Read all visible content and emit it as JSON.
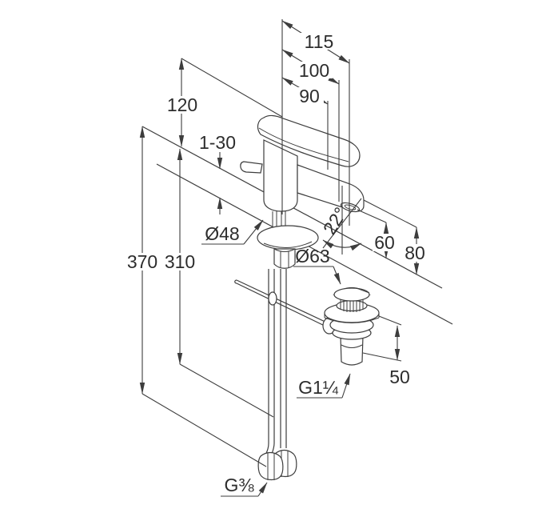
{
  "drawing": {
    "subject": "single-lever basin mixer with pop-up waste - dimensional drawing",
    "units": "mm",
    "line_color": "#3d3d3d",
    "text_color": "#2d2d2d",
    "background": "#ffffff",
    "labels": {
      "reach_max": "115",
      "reach_mid": "100",
      "reach_min": "90",
      "height_above_deck": "120",
      "deck_thickness": "1-30",
      "base_diameter": "Ø48",
      "total_length_below": "370",
      "hose_length": "310",
      "waste_flange_diameter": "Ø63",
      "spout_angle": "22°",
      "outlet_height": "60",
      "spout_height": "80",
      "waste_height": "50",
      "waste_thread": "G1¼",
      "supply_thread": "G⅜"
    }
  }
}
